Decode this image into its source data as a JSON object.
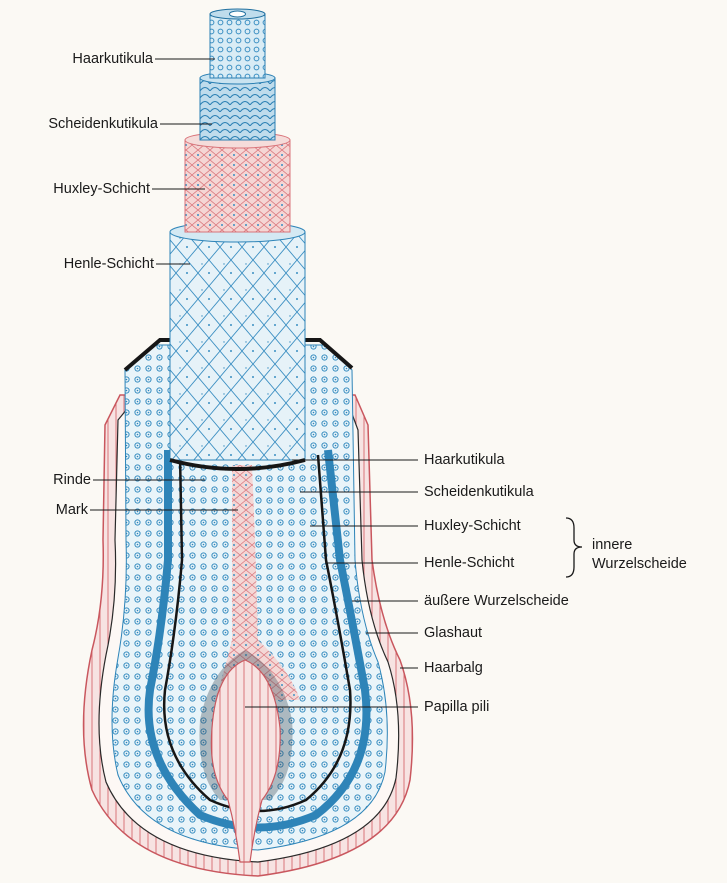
{
  "labels_left_top": {
    "haarkutikula": "Haarkutikula",
    "scheidenkutikula": "Scheidenkutikula",
    "huxley": "Huxley-Schicht",
    "henle": "Henle-Schicht"
  },
  "labels_left_bottom": {
    "rinde": "Rinde",
    "mark": "Mark"
  },
  "labels_right": {
    "haarkutikula": "Haarkutikula",
    "scheidenkutikula": "Scheidenkutikula",
    "huxley": "Huxley-Schicht",
    "henle": "Henle-Schicht",
    "aeussere": "äußere Wurzelscheide",
    "glashaut": "Glashaut",
    "haarbalg": "Haarbalg",
    "papilla": "Papilla pili"
  },
  "brace_group": {
    "line1": "innere",
    "line2": "Wurzelscheide"
  },
  "colors": {
    "blue": "#2e84b8",
    "pink": "#d9747a",
    "dark": "#161616"
  }
}
